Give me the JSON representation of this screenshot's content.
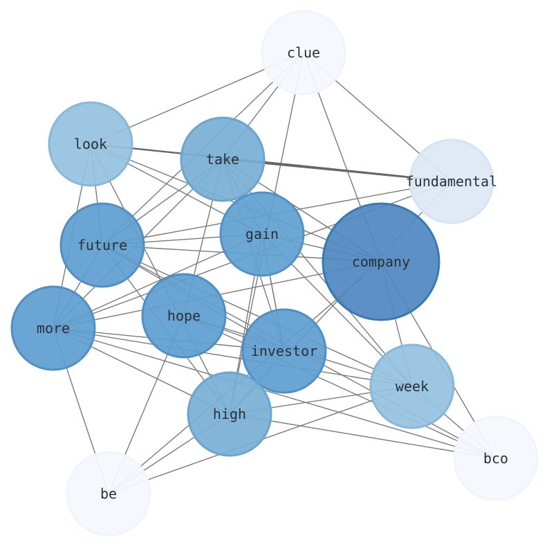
{
  "graph": {
    "nodes": [
      {
        "id": "clue",
        "label": "clue",
        "weight": 0.08,
        "fill": "#f4f9fe",
        "stroke": "#eef5fc"
      },
      {
        "id": "look",
        "label": "look",
        "weight": 0.42,
        "fill": "#94c1e0",
        "stroke": "#86b7da"
      },
      {
        "id": "take",
        "label": "take",
        "weight": 0.55,
        "fill": "#78afd6",
        "stroke": "#6aa4cf"
      },
      {
        "id": "fundamental",
        "label": "fundamental",
        "weight": 0.15,
        "fill": "#dde8f5",
        "stroke": "#d5e3f2"
      },
      {
        "id": "future",
        "label": "future",
        "weight": 0.7,
        "fill": "#5e9dcf",
        "stroke": "#4f8fc5"
      },
      {
        "id": "gain",
        "label": "gain",
        "weight": 0.68,
        "fill": "#619fd0",
        "stroke": "#5191c6"
      },
      {
        "id": "company",
        "label": "company",
        "weight": 1.0,
        "fill": "#4f88c0",
        "stroke": "#3a78b4"
      },
      {
        "id": "more",
        "label": "more",
        "weight": 0.7,
        "fill": "#5e9dcf",
        "stroke": "#4f8fc5"
      },
      {
        "id": "hope",
        "label": "hope",
        "weight": 0.7,
        "fill": "#5e9dcf",
        "stroke": "#4f8fc5"
      },
      {
        "id": "investor",
        "label": "investor",
        "weight": 0.7,
        "fill": "#5e9dcf",
        "stroke": "#4f8fc5"
      },
      {
        "id": "week",
        "label": "week",
        "weight": 0.42,
        "fill": "#94c1e0",
        "stroke": "#86b7da"
      },
      {
        "id": "high",
        "label": "high",
        "weight": 0.55,
        "fill": "#78afd6",
        "stroke": "#6aa4cf"
      },
      {
        "id": "bco",
        "label": "bco",
        "weight": 0.05,
        "fill": "#f4f9fe",
        "stroke": "#eef5fc"
      },
      {
        "id": "be",
        "label": "be",
        "weight": 0.05,
        "fill": "#f4f9fe",
        "stroke": "#eef5fc"
      }
    ],
    "edges": [
      [
        "clue",
        "look"
      ],
      [
        "clue",
        "take"
      ],
      [
        "clue",
        "future"
      ],
      [
        "clue",
        "fundamental"
      ],
      [
        "clue",
        "company"
      ],
      [
        "clue",
        "high"
      ],
      [
        "look",
        "fundamental",
        "heavy"
      ],
      [
        "look",
        "future"
      ],
      [
        "look",
        "gain"
      ],
      [
        "look",
        "company"
      ],
      [
        "look",
        "more"
      ],
      [
        "look",
        "high"
      ],
      [
        "take",
        "future"
      ],
      [
        "take",
        "more"
      ],
      [
        "take",
        "gain"
      ],
      [
        "take",
        "hope"
      ],
      [
        "take",
        "investor"
      ],
      [
        "take",
        "company"
      ],
      [
        "take",
        "week"
      ],
      [
        "take",
        "fundamental",
        "heavy"
      ],
      [
        "fundamental",
        "future"
      ],
      [
        "fundamental",
        "more"
      ],
      [
        "fundamental",
        "high"
      ],
      [
        "future",
        "gain"
      ],
      [
        "future",
        "company"
      ],
      [
        "future",
        "investor"
      ],
      [
        "future",
        "week"
      ],
      [
        "future",
        "high"
      ],
      [
        "future",
        "bco"
      ],
      [
        "future",
        "more"
      ],
      [
        "gain",
        "company"
      ],
      [
        "gain",
        "more"
      ],
      [
        "gain",
        "investor"
      ],
      [
        "gain",
        "high"
      ],
      [
        "gain",
        "week"
      ],
      [
        "company",
        "more"
      ],
      [
        "company",
        "week"
      ],
      [
        "company",
        "bco"
      ],
      [
        "company",
        "be"
      ],
      [
        "more",
        "investor"
      ],
      [
        "more",
        "week"
      ],
      [
        "more",
        "bco"
      ],
      [
        "more",
        "be"
      ],
      [
        "more",
        "high"
      ],
      [
        "hope",
        "week"
      ],
      [
        "hope",
        "bco"
      ],
      [
        "hope",
        "be"
      ],
      [
        "hope",
        "investor"
      ],
      [
        "investor",
        "high"
      ],
      [
        "investor",
        "gain"
      ],
      [
        "week",
        "high"
      ],
      [
        "week",
        "be"
      ],
      [
        "week",
        "bco"
      ],
      [
        "high",
        "bco"
      ],
      [
        "high",
        "be"
      ]
    ]
  }
}
